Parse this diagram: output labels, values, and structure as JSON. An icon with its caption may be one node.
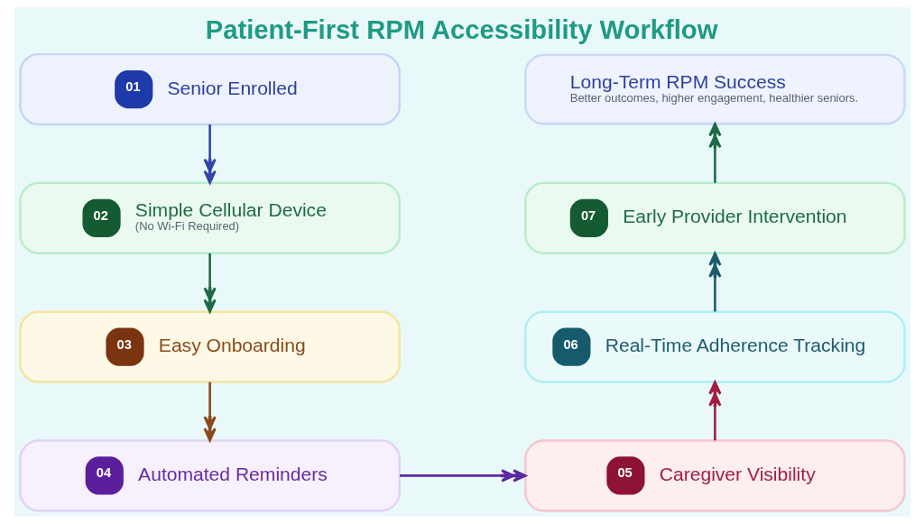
{
  "diagram": {
    "title": "Patient-First RPM Accessibility Workflow",
    "nodes": [
      {
        "text": [
          "01",
          "Senior Enrolled"
        ]
      },
      {
        "text": [
          "02",
          "Simple Cellular Device",
          "(No Wi-Fi Required)"
        ]
      },
      {
        "text": [
          "03",
          "Easy Onboarding"
        ]
      },
      {
        "text": [
          "04",
          "Automated Reminders"
        ]
      },
      {
        "text": [
          "05",
          "Caregiver Visibility"
        ]
      },
      {
        "text": [
          "06",
          "Real-Time Adherence Tracking"
        ]
      },
      {
        "text": [
          "07",
          "Early Provider Intervention"
        ]
      },
      {
        "text": [
          "Long-Term RPM Success",
          "Better outcomes, higher engagement, healthier seniors."
        ]
      }
    ],
    "edges": [
      {
        "from": 0,
        "to": 1,
        "arrow": "to",
        "color": "#2f46a8"
      },
      {
        "from": 1,
        "to": 2,
        "arrow": "to",
        "color": "#1e6a45"
      },
      {
        "from": 2,
        "to": 3,
        "arrow": "to",
        "color": "#8a4a1c"
      },
      {
        "from": 3,
        "to": 4,
        "arrow": "to",
        "color": "#5b2a9e"
      },
      {
        "from": 4,
        "to": 5,
        "arrow": "to",
        "color": "#a21e44"
      },
      {
        "from": 5,
        "to": 6,
        "arrow": "to",
        "color": "#1f5a6e"
      },
      {
        "from": 6,
        "to": 7,
        "arrow": "to",
        "color": "#1e6a45"
      }
    ]
  }
}
